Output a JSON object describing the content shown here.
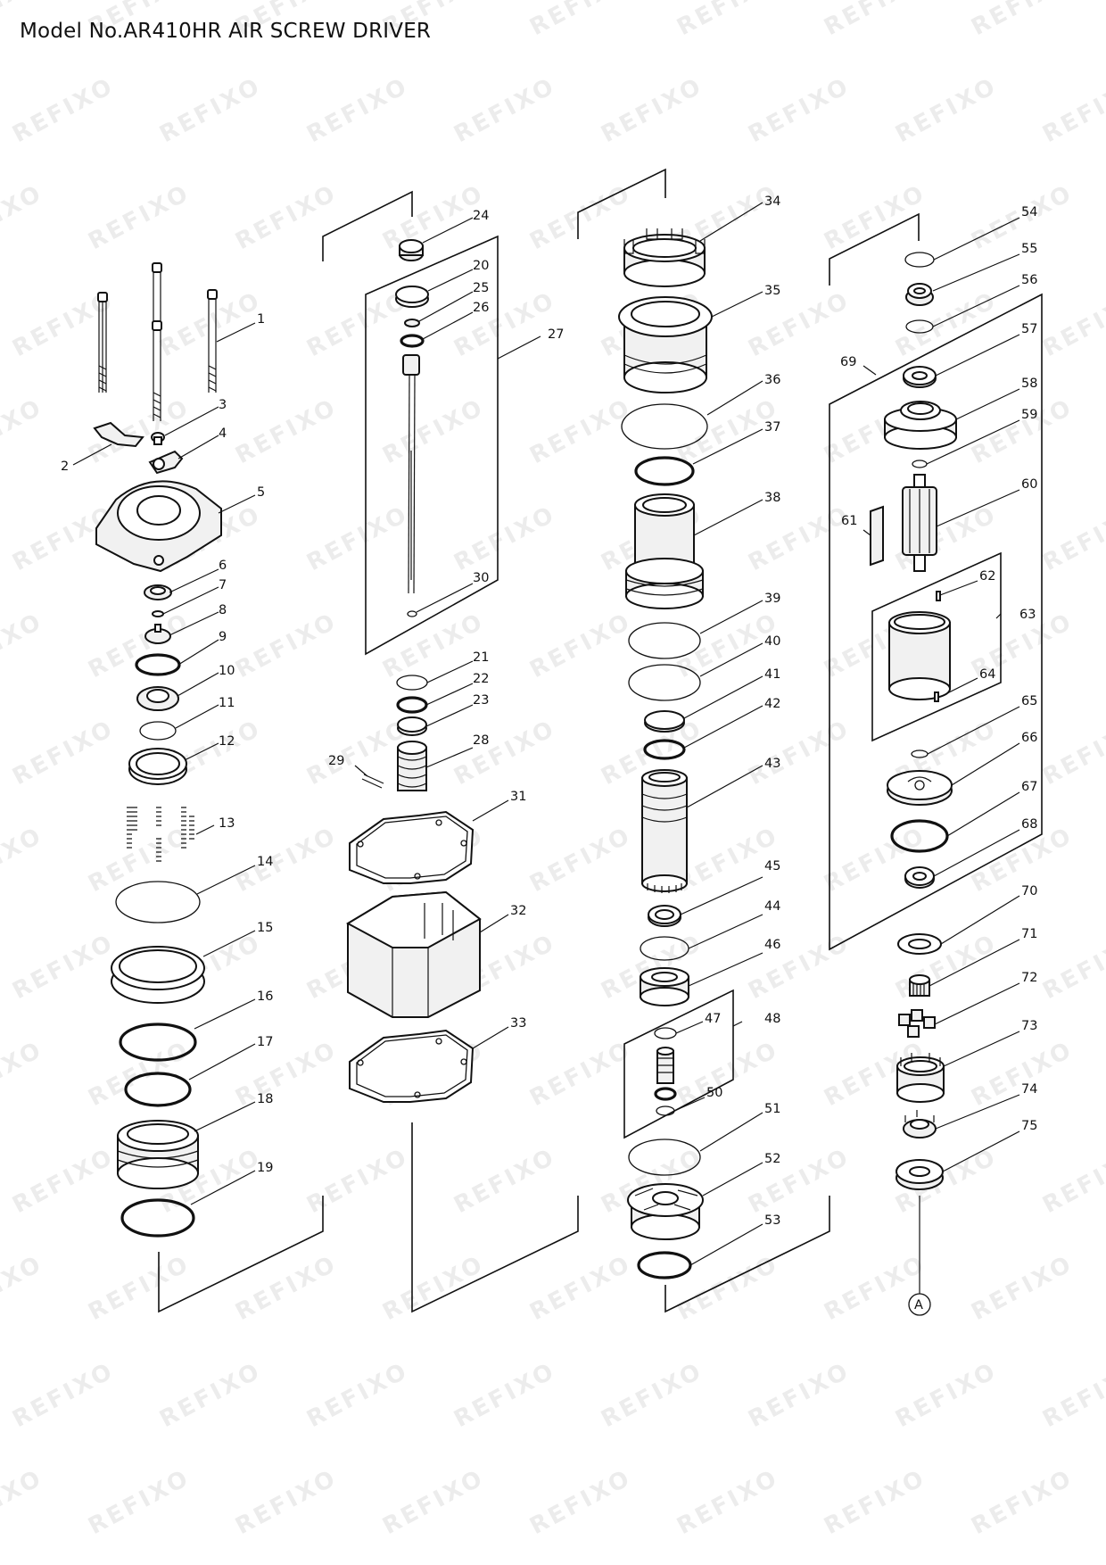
{
  "title": "Model No.AR410HR AIR SCREW DRIVER",
  "watermark": "REFIXO",
  "connector_label": "A",
  "part_numbers": [
    "1",
    "2",
    "3",
    "4",
    "5",
    "6",
    "7",
    "8",
    "9",
    "10",
    "11",
    "12",
    "13",
    "14",
    "15",
    "16",
    "17",
    "18",
    "19",
    "20",
    "21",
    "22",
    "23",
    "24",
    "25",
    "26",
    "27",
    "28",
    "29",
    "30",
    "31",
    "32",
    "33",
    "34",
    "35",
    "36",
    "37",
    "38",
    "39",
    "40",
    "41",
    "42",
    "43",
    "44",
    "45",
    "46",
    "47",
    "48",
    "50",
    "51",
    "52",
    "53",
    "54",
    "55",
    "56",
    "57",
    "58",
    "59",
    "60",
    "61",
    "62",
    "63",
    "64",
    "65",
    "66",
    "67",
    "68",
    "69",
    "70",
    "71",
    "72",
    "73",
    "74",
    "75"
  ]
}
